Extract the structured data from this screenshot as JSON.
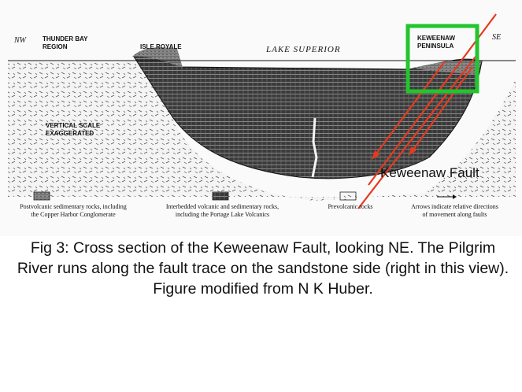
{
  "diagram": {
    "direction_left": "NW",
    "direction_right": "SE",
    "labels": {
      "thunder_bay": "THUNDER BAY\nREGION",
      "isle_royale": "ISLE ROYALE",
      "lake_superior": "LAKE SUPERIOR",
      "keweenaw_peninsula": "KEWEENAW\nPENINSULA",
      "vertical_scale": "VERTICAL SCALE\nEXAGGERATED",
      "keweenaw_fault": "Keweenaw Fault"
    },
    "legend": [
      {
        "text": "Postvolcanic sedimentary rocks, including\nthe Copper Harbor Conglomerate"
      },
      {
        "text": "Interbedded volcanic and sedimentary rocks,\nincluding the Portage Lake Volcanics"
      },
      {
        "text": "Prevolcanic rocks"
      },
      {
        "text": "Arrows indicate relative directions\nof movement along faults"
      }
    ],
    "highlight_color": "#22c52e",
    "arrow_color": "#e53a1f"
  },
  "caption": "Fig 3: Cross section of the Keweenaw Fault, looking NE. The Pilgrim River runs along the fault trace on the sandstone side (right in this view). Figure modified from N K Huber."
}
